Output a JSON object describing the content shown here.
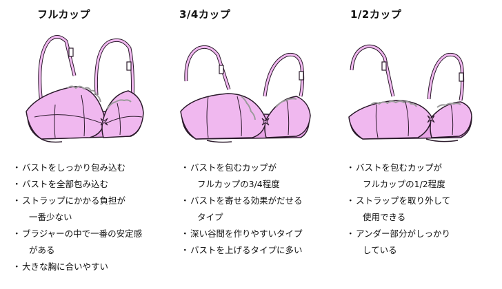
{
  "columns": [
    {
      "title": "フルカップ",
      "notes": [
        [
          "バストをしっかり包み込む"
        ],
        [
          "バストを全部包み込む"
        ],
        [
          "ストラップにかかる負担が",
          "一番少ない"
        ],
        [
          "ブラジャーの中で一番の安定感",
          "がある"
        ],
        [
          "大きな胸に合いやすい"
        ]
      ]
    },
    {
      "title": "3/4カップ",
      "notes": [
        [
          "バストを包むカップが",
          "フルカップの3/4程度"
        ],
        [
          "バストを寄せる効果がだせる",
          "タイプ"
        ],
        [
          "深い谷間を作りやすいタイプ"
        ],
        [
          "バストを上げるタイプに多い"
        ]
      ]
    },
    {
      "title": "1/2カップ",
      "notes": [
        [
          "バストを包むカップが",
          "フルカップの1/2程度"
        ],
        [
          "ストラップを取り外して",
          "使用できる"
        ],
        [
          "アンダー部分がしっかり",
          "している"
        ]
      ]
    }
  ],
  "colors": {
    "fabric": "#f0b8ef",
    "fabric_shadow": "#e7a4e6",
    "outline": "#2b1a2b",
    "lace": "#9a9a9a",
    "text": "#111111"
  }
}
